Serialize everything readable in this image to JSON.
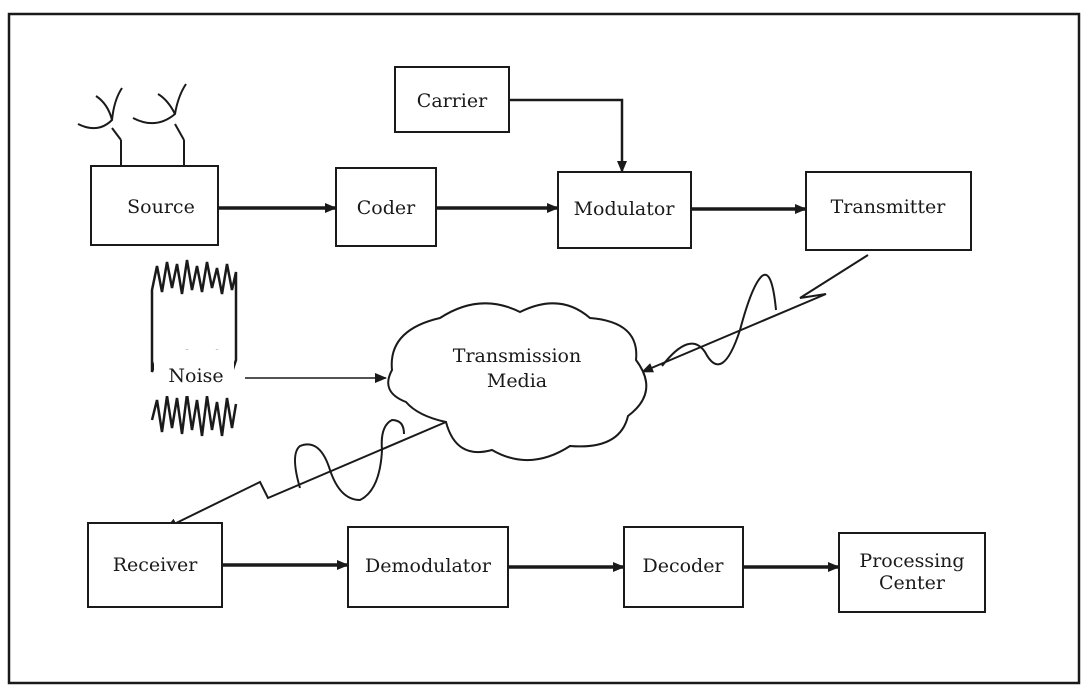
{
  "blocks": {
    "carrier": "Carrier",
    "source": "Source",
    "coder": "Coder",
    "modulator": "Modulator",
    "transmitter": "Transmitter",
    "noise": "Noise",
    "media_line1": "Transmission",
    "media_line2": "Media",
    "receiver": "Receiver",
    "demodulator": "Demodulator",
    "decoder": "Decoder",
    "processing_line1": "Processing",
    "processing_line2": "Center"
  },
  "colors": {
    "ink": "#1a1a1a",
    "paper": "#ffffff"
  }
}
